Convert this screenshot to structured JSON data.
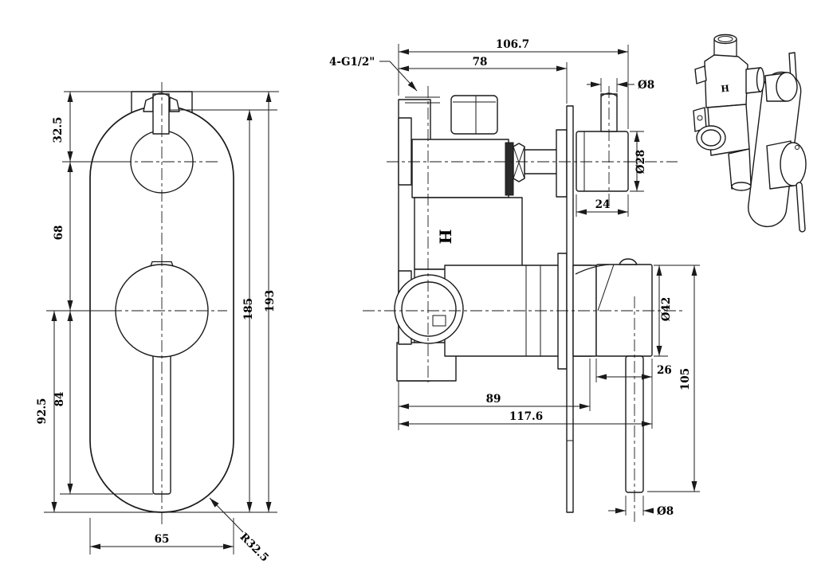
{
  "colors": {
    "ink": "#1a1a1a",
    "background": "#ffffff"
  },
  "front_view": {
    "dims": {
      "top_offset": "32.5",
      "knob_spacing": "68",
      "lever_length": "84",
      "lower_half": "92.5",
      "plate_height": "185",
      "overall_height": "193",
      "plate_width": "65",
      "corner_radius": "R32.5"
    }
  },
  "side_view": {
    "thread_callout": "4-G1/2\"",
    "hot_marking": "H",
    "dims": {
      "overall_depth": "106.7",
      "depth_to_wall": "78",
      "pin_diameter": "Ø8",
      "knob_diameter": "Ø28",
      "knob_length": "24",
      "handle_diameter": "Ø42",
      "handle_length": "26",
      "lever_drop": "105",
      "body_depth": "89",
      "total_depth": "117.6",
      "lever_diameter": "Ø8"
    }
  },
  "iso_view": {
    "hot_marking": "H"
  }
}
